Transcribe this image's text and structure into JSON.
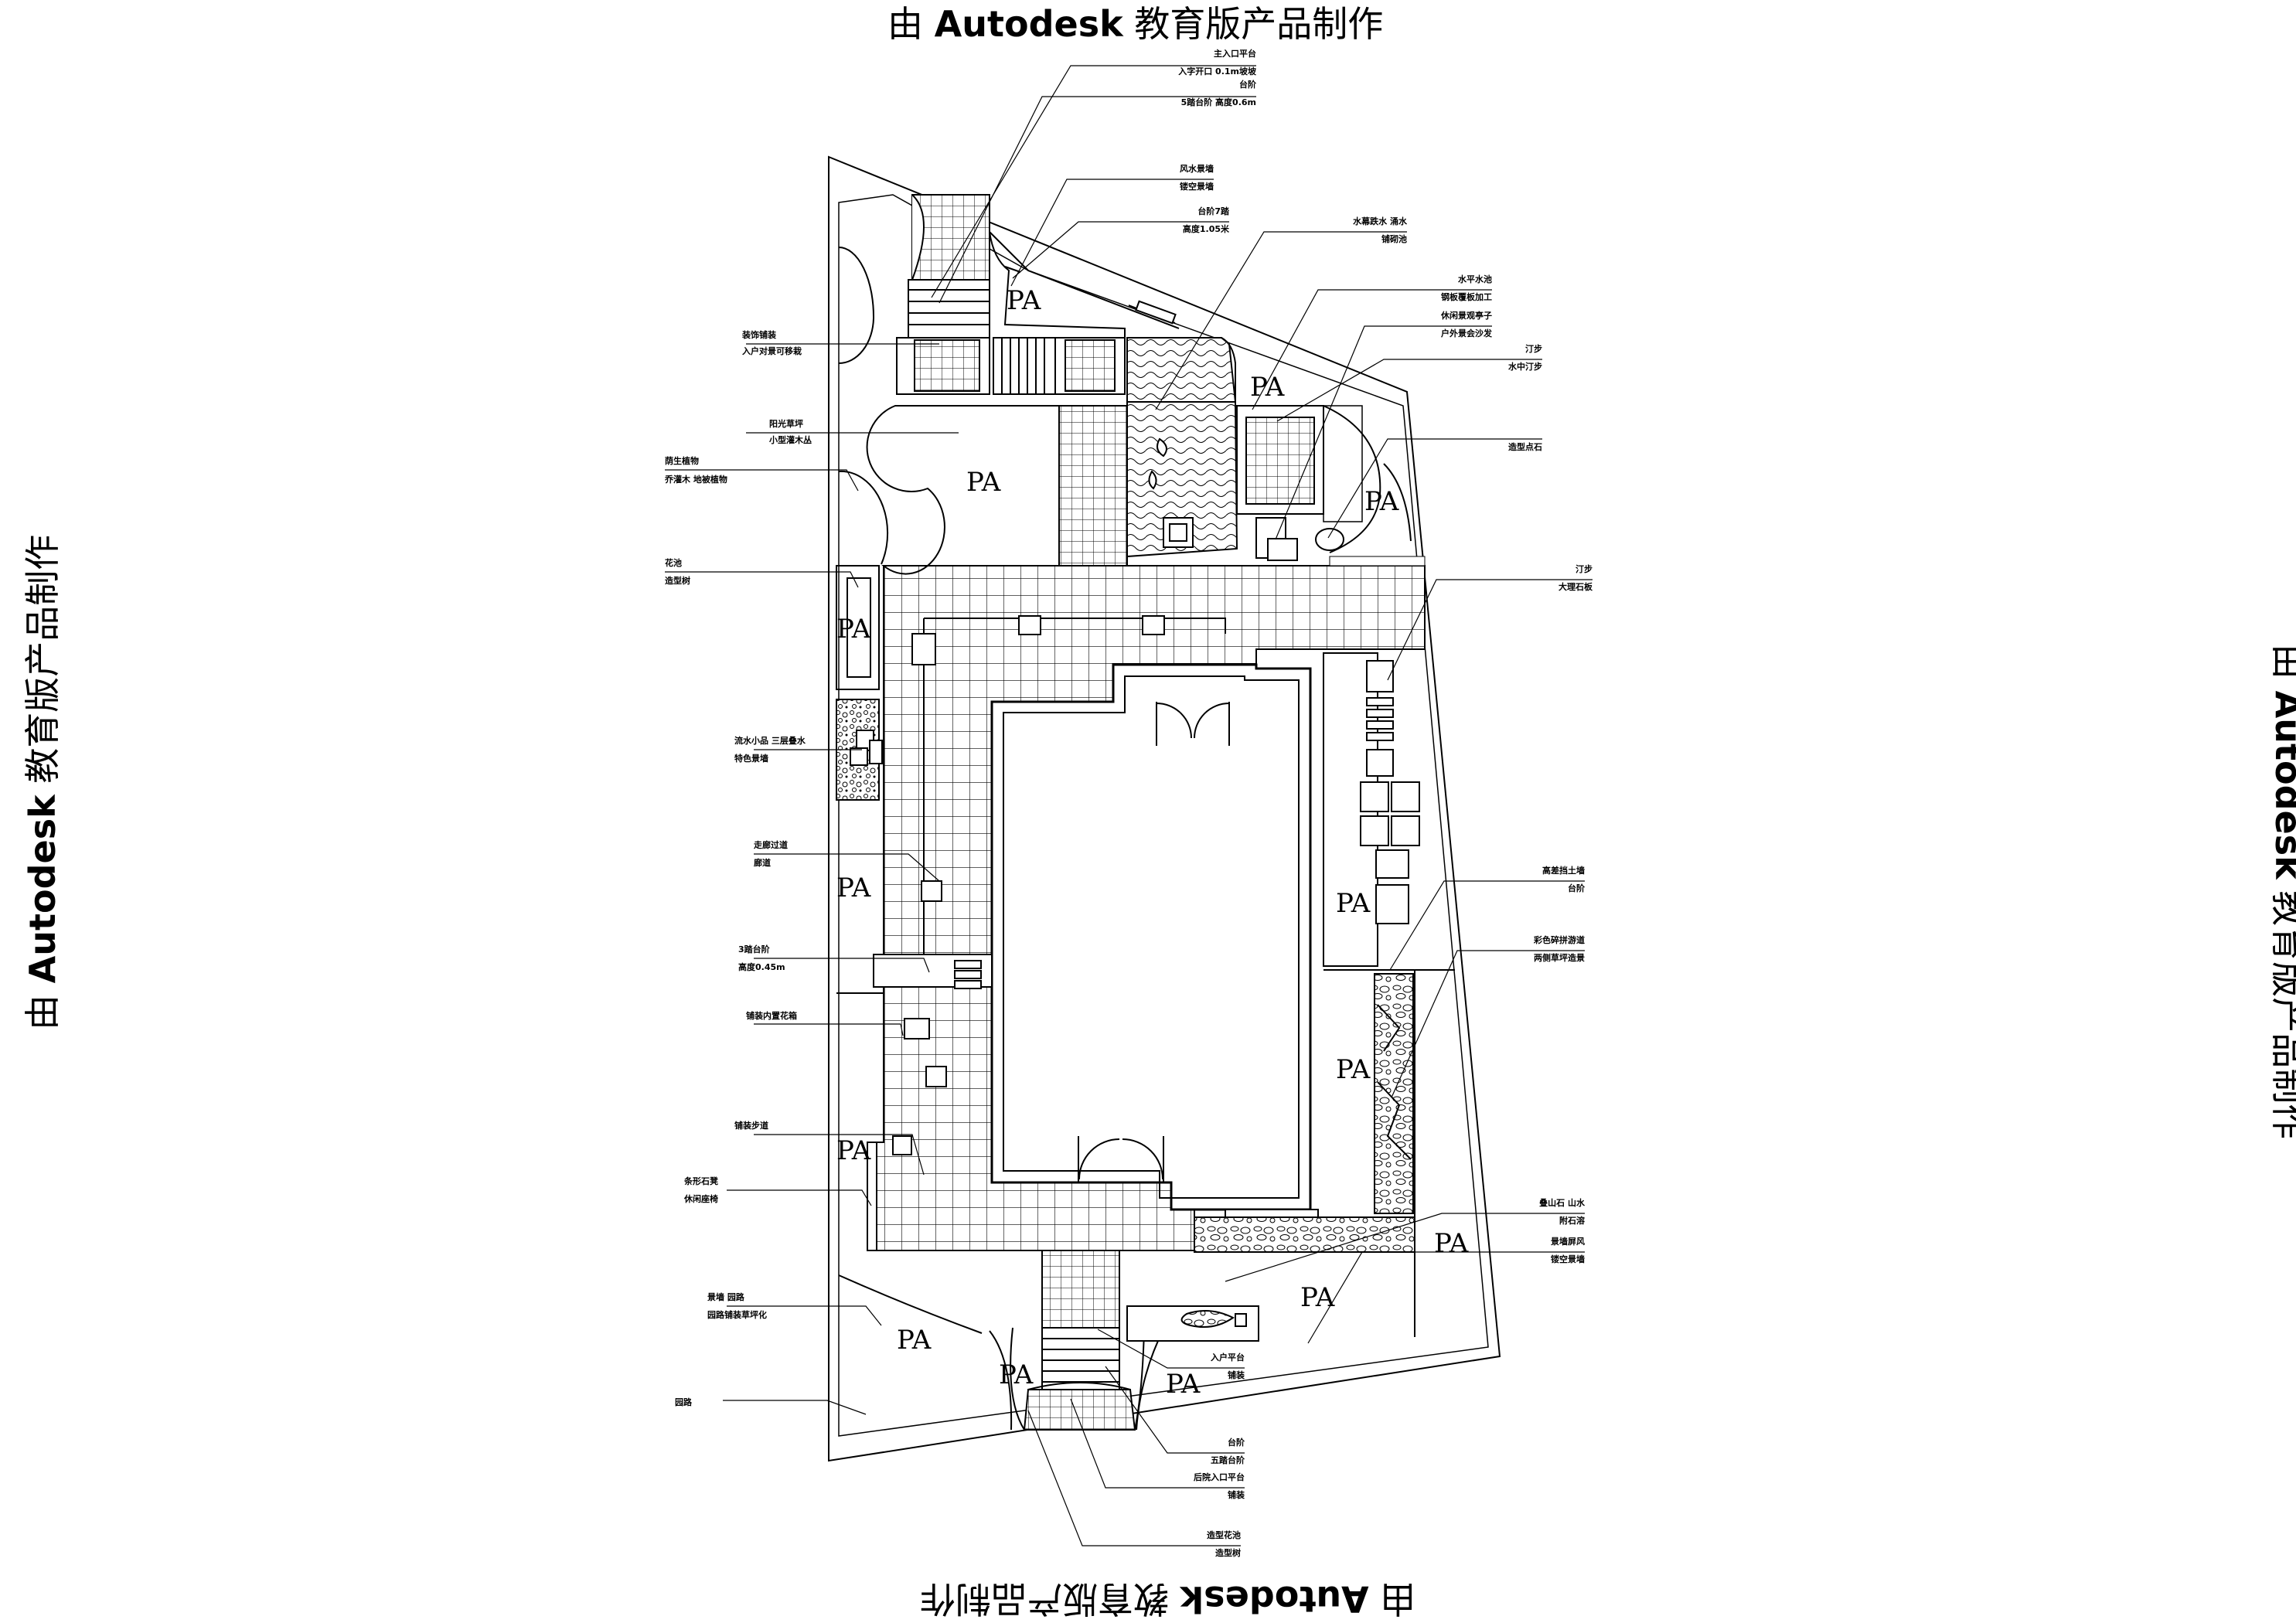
{
  "watermark": {
    "prefix": "由 ",
    "brand": "Autodesk",
    "suffix": " 教育版产品制作"
  },
  "zone_label": "PA",
  "annotations": [
    {
      "id": "main-entry-platform",
      "lines": [
        "主入口平台",
        "入字开口 0.1m坡坡"
      ]
    },
    {
      "id": "main-steps",
      "lines": [
        "台阶",
        "5踏台阶 高度0.6m"
      ]
    },
    {
      "id": "feature-wall",
      "lines": [
        "风水景墙",
        "镂空景墙"
      ]
    },
    {
      "id": "steps-7",
      "lines": [
        "台阶7踏",
        "高度1.05米"
      ]
    },
    {
      "id": "waterfall",
      "lines": [
        "水幕跌水 涌水",
        "铺砌池"
      ]
    },
    {
      "id": "water-platform",
      "lines": [
        "水平水池",
        "钢板覆板加工"
      ]
    },
    {
      "id": "leisure-seat",
      "lines": [
        "休闲景观亭子",
        "户外景会沙发"
      ]
    },
    {
      "id": "stepping-stones-1",
      "lines": [
        "汀步",
        "水中汀步"
      ]
    },
    {
      "id": "landscape-stone",
      "lines": [
        "造型点石"
      ]
    },
    {
      "id": "stepping-stones-2",
      "lines": [
        "汀步",
        "大理石板"
      ]
    },
    {
      "id": "retaining-wall-steps",
      "lines": [
        "高差挡土墙",
        "台阶"
      ]
    },
    {
      "id": "colored-pebble-path",
      "lines": [
        "彩色碎拼游道",
        "两侧草坪造景"
      ]
    },
    {
      "id": "rockery",
      "lines": [
        "叠山石 山水",
        "附石溶"
      ]
    },
    {
      "id": "landscape-wall-2",
      "lines": [
        "景墙屏风",
        "镂空景墙"
      ]
    },
    {
      "id": "entry-platform-steps",
      "lines": [
        "入户平台",
        "铺装"
      ]
    },
    {
      "id": "steps-5",
      "lines": [
        "台阶",
        "五踏台阶"
      ]
    },
    {
      "id": "back-entry-platform",
      "lines": [
        "后院入口平台",
        "铺装"
      ]
    },
    {
      "id": "shaped-planter",
      "lines": [
        "造型花池",
        "造型树"
      ]
    },
    {
      "id": "decorative-paving",
      "lines": [
        "装饰铺装",
        "入户对景可移栽"
      ]
    },
    {
      "id": "sunny-lawn",
      "lines": [
        "阳光草坪",
        "小型灌木丛"
      ]
    },
    {
      "id": "shade-planting",
      "lines": [
        "荫生植物",
        "乔灌木 地被植物"
      ]
    },
    {
      "id": "flower-bed",
      "lines": [
        "花池",
        "造型树"
      ]
    },
    {
      "id": "water-cascade",
      "lines": [
        "流水小品 三层叠水",
        "特色景墙"
      ]
    },
    {
      "id": "corridor",
      "lines": [
        "走廊过道",
        "廊道"
      ]
    },
    {
      "id": "steps-3",
      "lines": [
        "3踏台阶",
        "高度0.45m"
      ]
    },
    {
      "id": "plaza-pavement",
      "lines": [
        "铺装内置花箱"
      ]
    },
    {
      "id": "pavement",
      "lines": [
        "铺装步道"
      ]
    },
    {
      "id": "sitting-bench",
      "lines": [
        "条形石凳",
        "休闲座椅"
      ]
    },
    {
      "id": "landscape-paving",
      "lines": [
        "景墙 园路",
        "园路铺装草坪化"
      ]
    },
    {
      "id": "garden-path",
      "lines": [
        "园路"
      ]
    }
  ]
}
